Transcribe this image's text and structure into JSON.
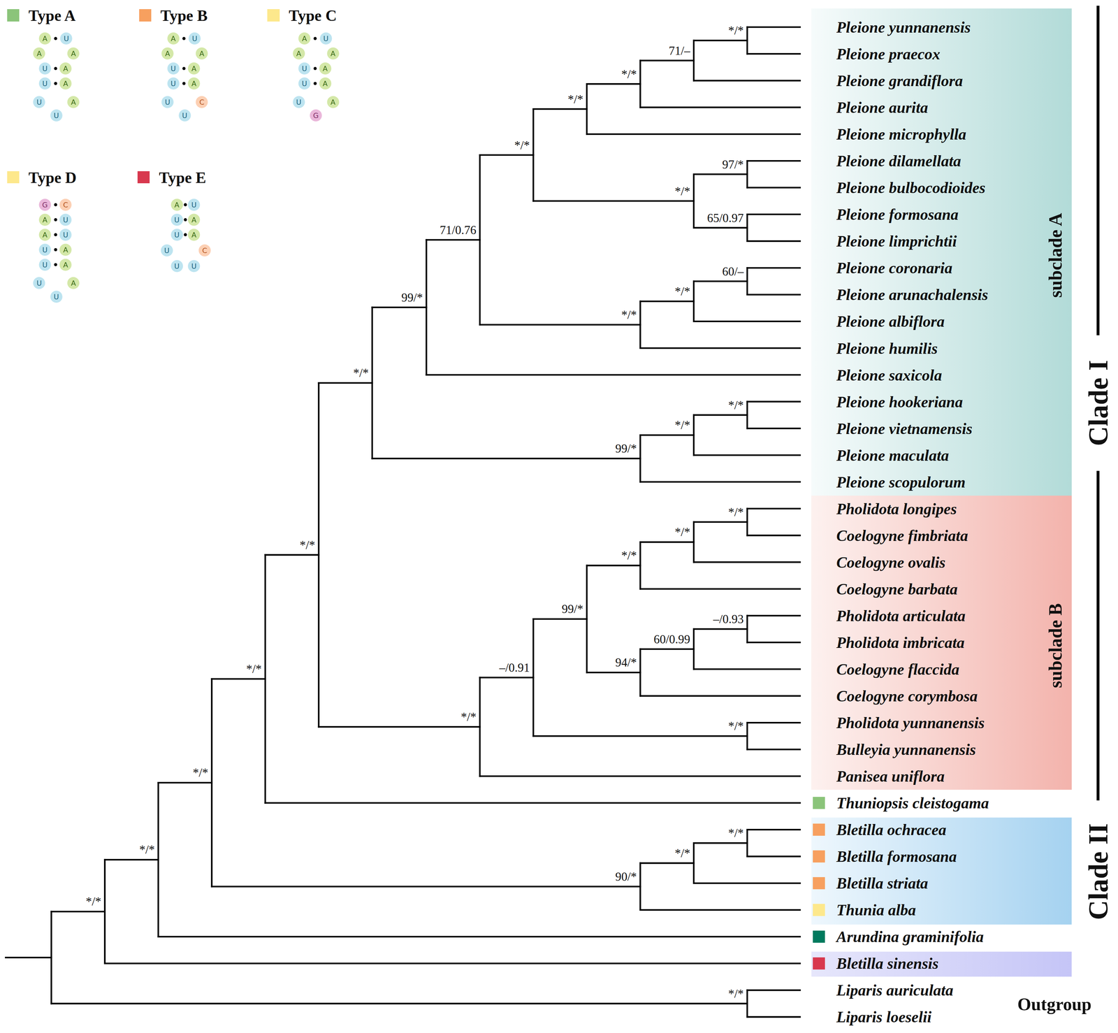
{
  "diagram": {
    "nodes": [
      {
        "text": [
          "subclade A"
        ]
      },
      {
        "text": [
          "subclade B"
        ]
      }
    ],
    "labels": [
      "*/*",
      "71/–",
      "*/*",
      "*/*",
      "97/*",
      "65/0.97",
      "*/*",
      "*/*",
      "60/–",
      "*/*",
      "*/*",
      "71/0.76",
      "99/*",
      "*/*",
      "*/*",
      "99/*",
      "*/*",
      "*/*",
      "*/*",
      "*/*",
      "–/0.93",
      "60/0.99",
      "94/*",
      "99/*",
      "*/*",
      "–/0.91",
      "*/*",
      "*/*",
      "*/*",
      "*/*",
      "*/*",
      "90/*",
      "*/*",
      "*/*",
      "*/*",
      "*/*",
      "Pleione yunnanensis",
      "Pleione praecox",
      "Pleione grandiflora",
      "Pleione aurita",
      "Pleione microphylla",
      "Pleione dilamellata",
      "Pleione bulbocodioides",
      "Pleione formosana",
      "Pleione limprichtii",
      "Pleione coronaria",
      "Pleione arunachalensis",
      "Pleione albiflora",
      "Pleione humilis",
      "Pleione saxicola",
      "Pleione hookeriana",
      "Pleione vietnamensis",
      "Pleione maculata",
      "Pleione scopulorum",
      "Pholidota longipes",
      "Coelogyne fimbriata",
      "Coelogyne ovalis",
      "Coelogyne barbata",
      "Pholidota articulata",
      "Pholidota imbricata",
      "Coelogyne flaccida",
      "Coelogyne corymbosa",
      "Pholidota yunnanensis",
      "Bulleyia yunnanensis",
      "Panisea uniflora",
      "Thuniopsis cleistogama",
      "Bletilla ochracea",
      "Bletilla formosana",
      "Bletilla striata",
      "Thunia alba",
      "Arundina graminifolia",
      "Bletilla sinensis",
      "Liparis auriculata",
      "Liparis loeselii",
      "Clade I",
      "Clade II",
      "Outgroup",
      "A",
      "U",
      "A",
      "A",
      "U",
      "A",
      "U",
      "A",
      "U",
      "A",
      "U",
      "A",
      "U",
      "A",
      "A",
      "U",
      "A",
      "U",
      "A",
      "U",
      "C",
      "U",
      "A",
      "U",
      "A",
      "A",
      "U",
      "A",
      "U",
      "A",
      "U",
      "A",
      "G",
      "G",
      "C",
      "A",
      "U",
      "A",
      "U",
      "U",
      "A",
      "U",
      "A",
      "U",
      "A",
      "U",
      "A",
      "U",
      "U",
      "A",
      "U",
      "A",
      "U",
      "C",
      "U",
      "U"
    ],
    "legend": [
      {
        "text": "Type A",
        "color": "#8bc47a"
      },
      {
        "text": "Type B",
        "color": "#f7a05f"
      },
      {
        "text": "Type C",
        "color": "#fde88c"
      },
      {
        "text": "Type D",
        "color": "#fde88c"
      },
      {
        "text": "Type E",
        "color": "#d8384e"
      }
    ]
  }
}
